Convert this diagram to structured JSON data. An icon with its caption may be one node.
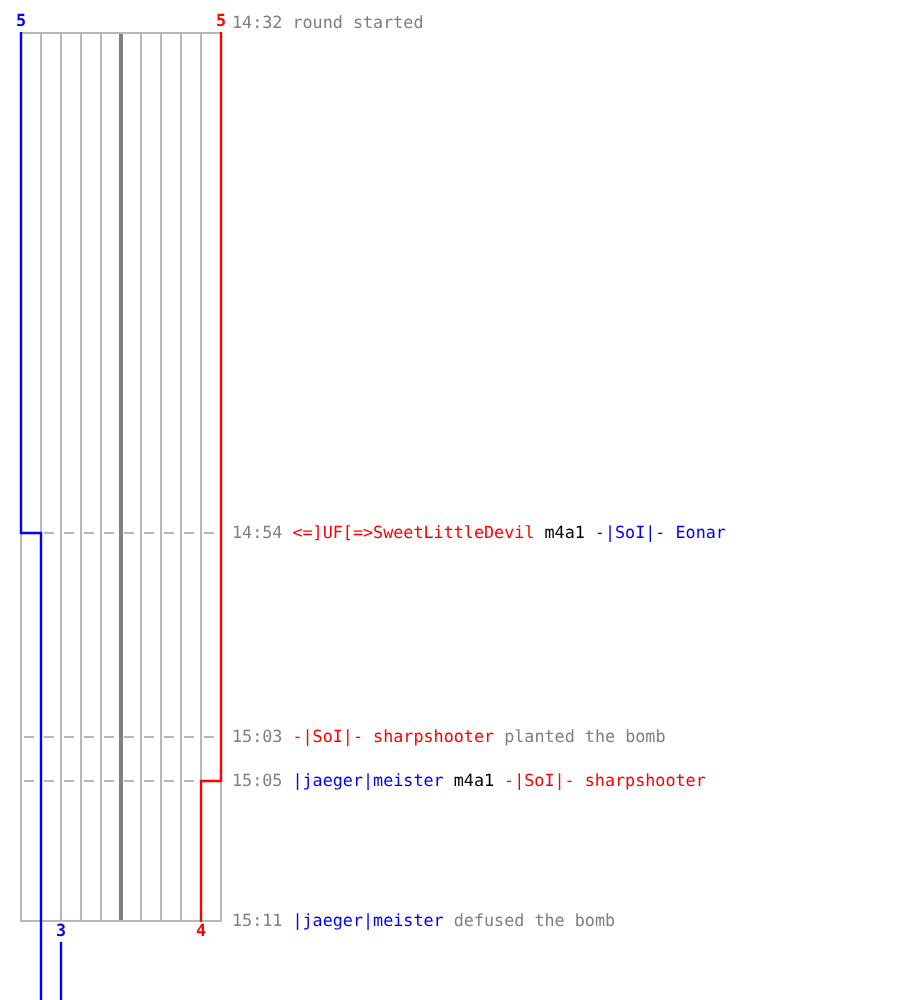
{
  "diagram": {
    "labels": [
      "5",
      "5",
      "14:32",
      "round started",
      "14:54",
      "<=]UF[=>SweetLittleDevil",
      "m4a1",
      "-|SoI|- Eonar",
      "15:03",
      "-|SoI|- sharpshooter",
      "planted the bomb",
      "15:05",
      "|jaeger|meister",
      "m4a1",
      "-|SoI|- sharpshooter",
      "15:11",
      "|jaeger|meister",
      "defused the bomb",
      "3",
      "4"
    ]
  }
}
